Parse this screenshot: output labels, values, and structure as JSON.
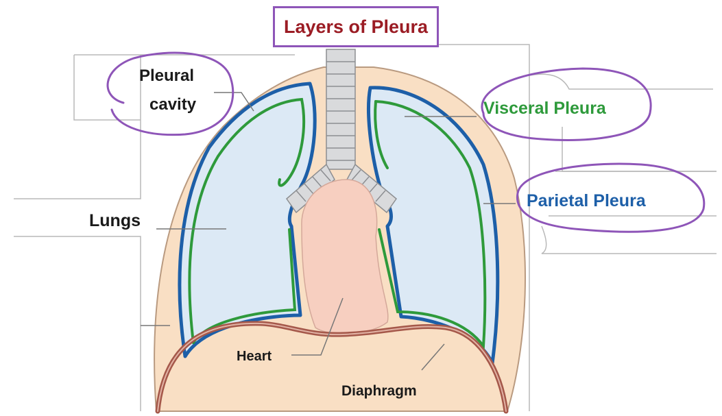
{
  "title": "Layers of Pleura",
  "labels": {
    "pleural_cavity_line1": "Pleural",
    "pleural_cavity_line2": "cavity",
    "visceral": "Visceral Pleura",
    "parietal": "Parietal Pleura",
    "lungs": "Lungs",
    "heart": "Heart",
    "diaphragm": "Diaphragm"
  },
  "colors": {
    "title": "#9b1c24",
    "annotation_purple": "#8e55b8",
    "visceral": "#2e9a3b",
    "parietal": "#1d5fa8",
    "label_dark": "#1a1a1a",
    "lung_fill": "#dce9f5",
    "chest_wall": "#f9dfc4",
    "heart_fill": "#f7cfc0",
    "diaphragm": "#a5584a",
    "trachea": "#c8cacd"
  }
}
